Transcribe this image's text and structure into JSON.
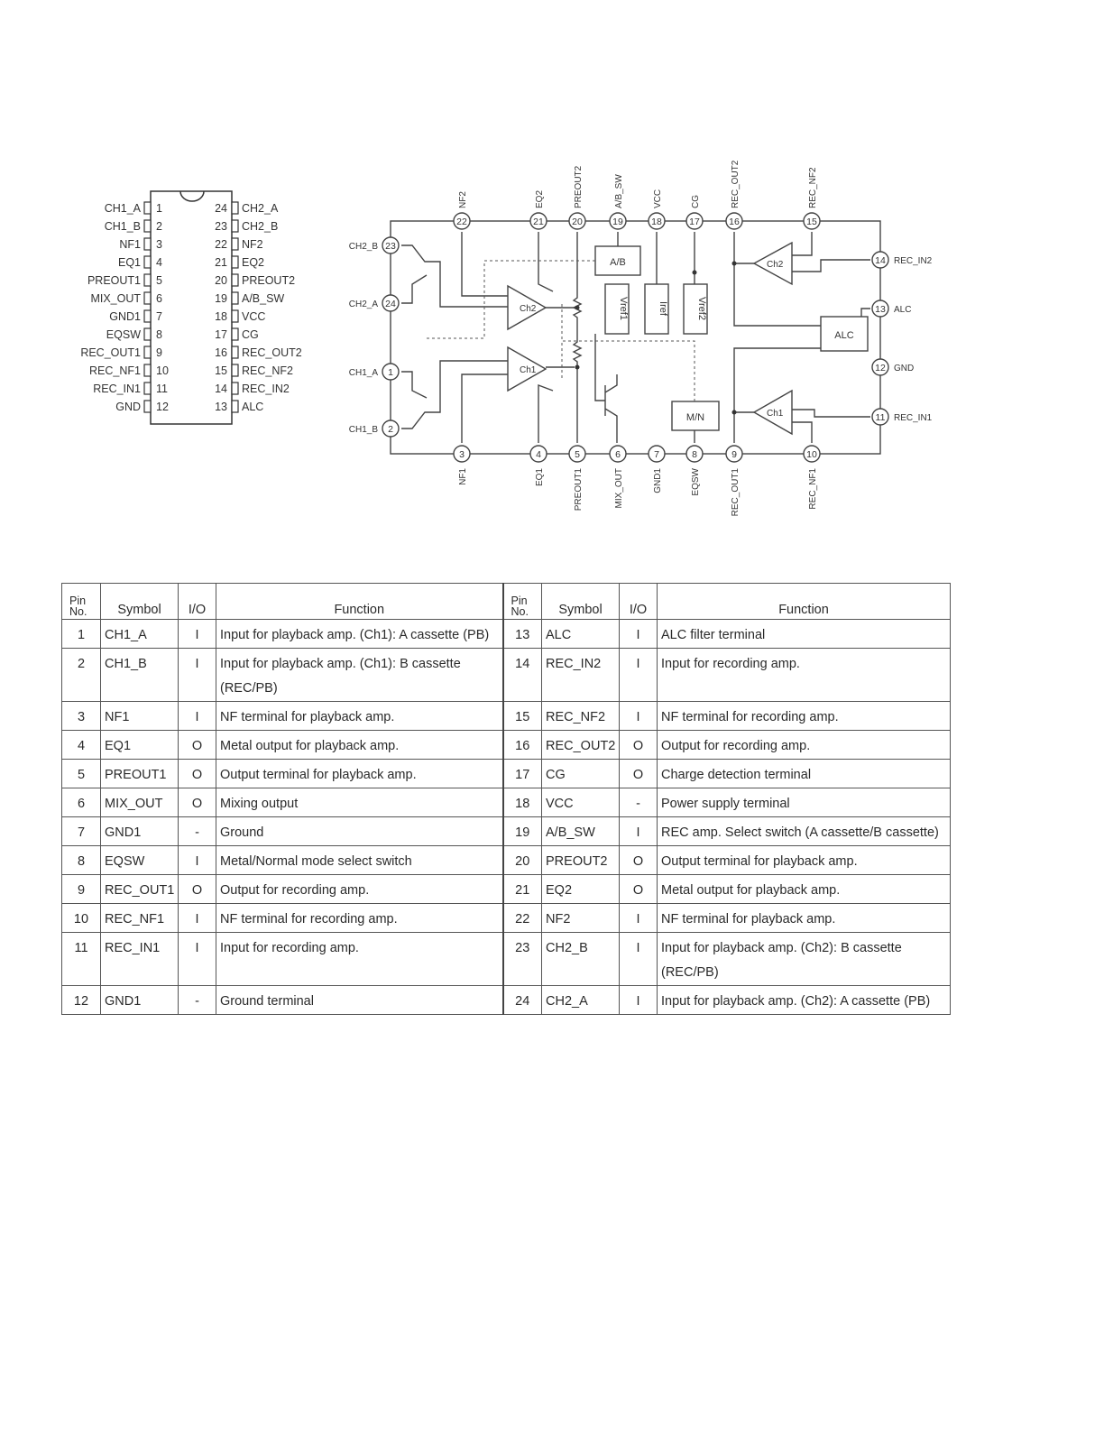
{
  "pinout": {
    "left_pins": [
      {
        "no": "1",
        "name": "CH1_A"
      },
      {
        "no": "2",
        "name": "CH1_B"
      },
      {
        "no": "3",
        "name": "NF1"
      },
      {
        "no": "4",
        "name": "EQ1"
      },
      {
        "no": "5",
        "name": "PREOUT1"
      },
      {
        "no": "6",
        "name": "MIX_OUT"
      },
      {
        "no": "7",
        "name": "GND1"
      },
      {
        "no": "8",
        "name": "EQSW"
      },
      {
        "no": "9",
        "name": "REC_OUT1"
      },
      {
        "no": "10",
        "name": "REC_NF1"
      },
      {
        "no": "11",
        "name": "REC_IN1"
      },
      {
        "no": "12",
        "name": "GND"
      }
    ],
    "right_pins": [
      {
        "no": "24",
        "name": "CH2_A"
      },
      {
        "no": "23",
        "name": "CH2_B"
      },
      {
        "no": "22",
        "name": "NF2"
      },
      {
        "no": "21",
        "name": "EQ2"
      },
      {
        "no": "20",
        "name": "PREOUT2"
      },
      {
        "no": "19",
        "name": "A/B_SW"
      },
      {
        "no": "18",
        "name": "VCC"
      },
      {
        "no": "17",
        "name": "CG"
      },
      {
        "no": "16",
        "name": "REC_OUT2"
      },
      {
        "no": "15",
        "name": "REC_NF2"
      },
      {
        "no": "14",
        "name": "REC_IN2"
      },
      {
        "no": "13",
        "name": "ALC"
      }
    ]
  },
  "block_diagram": {
    "top_pins": [
      {
        "no": "22",
        "name": "NF2"
      },
      {
        "no": "21",
        "name": "EQ2"
      },
      {
        "no": "20",
        "name": "PREOUT2"
      },
      {
        "no": "19",
        "name": "A/B_SW"
      },
      {
        "no": "18",
        "name": "VCC"
      },
      {
        "no": "17",
        "name": "CG"
      },
      {
        "no": "16",
        "name": "REC_OUT2"
      },
      {
        "no": "15",
        "name": "REC_NF2"
      }
    ],
    "bottom_pins": [
      {
        "no": "3",
        "name": "NF1"
      },
      {
        "no": "4",
        "name": "EQ1"
      },
      {
        "no": "5",
        "name": "PREOUT1"
      },
      {
        "no": "6",
        "name": "MIX_OUT"
      },
      {
        "no": "7",
        "name": "GND1"
      },
      {
        "no": "8",
        "name": "EQSW"
      },
      {
        "no": "9",
        "name": "REC_OUT1"
      },
      {
        "no": "10",
        "name": "REC_NF1"
      }
    ],
    "left_pins": [
      {
        "no": "23",
        "name": "CH2_B"
      },
      {
        "no": "24",
        "name": "CH2_A"
      },
      {
        "no": "1",
        "name": "CH1_A"
      },
      {
        "no": "2",
        "name": "CH1_B"
      }
    ],
    "right_pins": [
      {
        "no": "14",
        "name": "REC_IN2"
      },
      {
        "no": "13",
        "name": "ALC"
      },
      {
        "no": "12",
        "name": "GND"
      },
      {
        "no": "11",
        "name": "REC_IN1"
      }
    ],
    "blocks": {
      "ab": "A/B",
      "vref1": "Vref1",
      "iref": "Iref",
      "vref2": "Vref2",
      "alc": "ALC",
      "mn": "M/N",
      "amp_ch2": "Ch2",
      "amp_ch1": "Ch1",
      "rec_ch2": "Ch2",
      "rec_ch1": "Ch1"
    }
  },
  "table": {
    "headers": {
      "pin_no_1": "Pin",
      "pin_no_2": "No.",
      "symbol": "Symbol",
      "io": "I/O",
      "function": "Function"
    },
    "rows": [
      {
        "l": {
          "pin": "1",
          "sym": "CH1_A",
          "io": "I",
          "fn": "Input for playback amp. (Ch1): A cassette (PB)"
        },
        "r": {
          "pin": "13",
          "sym": "ALC",
          "io": "I",
          "fn": "ALC filter terminal"
        }
      },
      {
        "l": {
          "pin": "2",
          "sym": "CH1_B",
          "io": "I",
          "fn": "Input for playback amp. (Ch1): B cassette (REC/PB)"
        },
        "r": {
          "pin": "14",
          "sym": "REC_IN2",
          "io": "I",
          "fn": "Input for recording amp."
        }
      },
      {
        "l": {
          "pin": "3",
          "sym": "NF1",
          "io": "I",
          "fn": "NF terminal for playback amp."
        },
        "r": {
          "pin": "15",
          "sym": "REC_NF2",
          "io": "I",
          "fn": "NF terminal for recording amp."
        }
      },
      {
        "l": {
          "pin": "4",
          "sym": "EQ1",
          "io": "O",
          "fn": "Metal output for playback amp."
        },
        "r": {
          "pin": "16",
          "sym": "REC_OUT2",
          "io": "O",
          "fn": "Output for recording amp."
        }
      },
      {
        "l": {
          "pin": "5",
          "sym": "PREOUT1",
          "io": "O",
          "fn": "Output terminal for playback amp."
        },
        "r": {
          "pin": "17",
          "sym": "CG",
          "io": "O",
          "fn": "Charge detection terminal"
        }
      },
      {
        "l": {
          "pin": "6",
          "sym": "MIX_OUT",
          "io": "O",
          "fn": "Mixing output"
        },
        "r": {
          "pin": "18",
          "sym": "VCC",
          "io": "-",
          "fn": "Power supply terminal"
        }
      },
      {
        "l": {
          "pin": "7",
          "sym": "GND1",
          "io": "-",
          "fn": "Ground"
        },
        "r": {
          "pin": "19",
          "sym": "A/B_SW",
          "io": "I",
          "fn": "REC amp. Select switch (A cassette/B cassette)"
        }
      },
      {
        "l": {
          "pin": "8",
          "sym": "EQSW",
          "io": "I",
          "fn": "Metal/Normal mode select switch"
        },
        "r": {
          "pin": "20",
          "sym": "PREOUT2",
          "io": "O",
          "fn": "Output terminal for playback amp."
        }
      },
      {
        "l": {
          "pin": "9",
          "sym": "REC_OUT1",
          "io": "O",
          "fn": "Output for recording amp."
        },
        "r": {
          "pin": "21",
          "sym": "EQ2",
          "io": "O",
          "fn": "Metal output for playback amp."
        }
      },
      {
        "l": {
          "pin": "10",
          "sym": "REC_NF1",
          "io": "I",
          "fn": "NF terminal for recording amp."
        },
        "r": {
          "pin": "22",
          "sym": "NF2",
          "io": "I",
          "fn": "NF terminal for playback amp."
        }
      },
      {
        "l": {
          "pin": "11",
          "sym": "REC_IN1",
          "io": "I",
          "fn": "Input for recording amp."
        },
        "r": {
          "pin": "23",
          "sym": "CH2_B",
          "io": "I",
          "fn": "Input for playback amp. (Ch2): B cassette (REC/PB)"
        }
      },
      {
        "l": {
          "pin": "12",
          "sym": "GND1",
          "io": "-",
          "fn": "Ground terminal"
        },
        "r": {
          "pin": "24",
          "sym": "CH2_A",
          "io": "I",
          "fn": "Input for playback amp. (Ch2): A cassette (PB)"
        }
      }
    ]
  }
}
